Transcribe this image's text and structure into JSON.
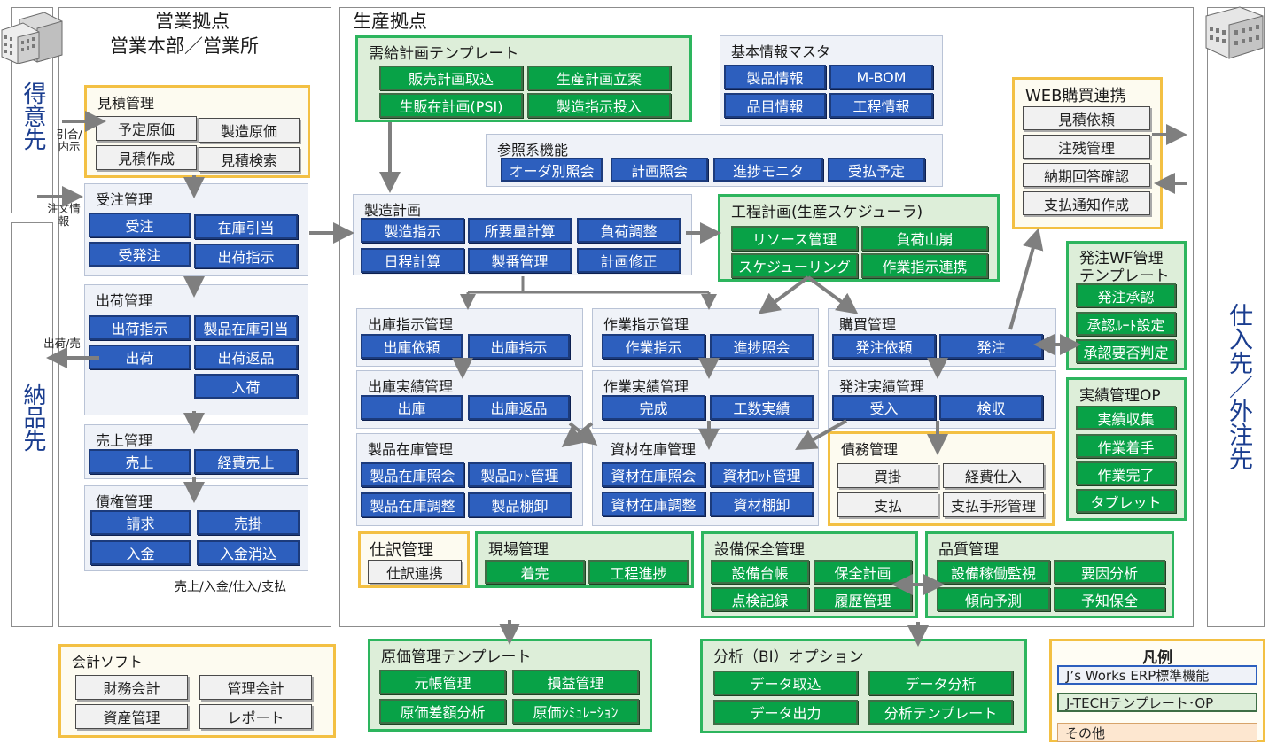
{
  "headers": {
    "sales_title_1": "営業拠点",
    "sales_title_2": "営業本部／営業所",
    "production_title": "生産拠点"
  },
  "left_side": {
    "customer": "得意先",
    "delivery": "納品先",
    "note_quote": "引合/内示",
    "note_order": "注文情報",
    "note_ship": "出荷/売上"
  },
  "right_side": {
    "supplier": "仕入先／外注先"
  },
  "sales": {
    "quote": {
      "title": "見積管理",
      "items": [
        "予定原価",
        "製造原価",
        "見積作成",
        "見積検索"
      ]
    },
    "order": {
      "title": "受注管理",
      "items": [
        "受注",
        "在庫引当",
        "受発注",
        "出荷指示"
      ]
    },
    "shipping": {
      "title": "出荷管理",
      "items": [
        "出荷指示",
        "製品在庫引当",
        "出荷",
        "出荷返品",
        "入荷"
      ]
    },
    "sales_mgmt": {
      "title": "売上管理",
      "items": [
        "売上",
        "経費売上"
      ]
    },
    "credit": {
      "title": "債権管理",
      "items": [
        "請求",
        "売掛",
        "入金",
        "入金消込"
      ],
      "footer": "売上/入金/仕入/支払"
    }
  },
  "production": {
    "demand_plan": {
      "title": "需給計画テンプレート",
      "items": [
        "販売計画取込",
        "生産計画立案",
        "生販在計画(PSI)",
        "製造指示投入"
      ]
    },
    "master": {
      "title": "基本情報マスタ",
      "items": [
        "製品情報",
        "M-BOM",
        "品目情報",
        "工程情報"
      ]
    },
    "reference": {
      "title": "参照系機能",
      "items": [
        "オーダ別照会",
        "計画照会",
        "進捗モニタ",
        "受払予定"
      ]
    },
    "mfg_plan": {
      "title": "製造計画",
      "items": [
        "製造指示",
        "所要量計算",
        "負荷調整",
        "日程計算",
        "製番管理",
        "計画修正"
      ]
    },
    "process_plan": {
      "title": "工程計画(生産スケジューラ)",
      "items": [
        "リソース管理",
        "負荷山崩",
        "スケジューリング",
        "作業指示連携"
      ]
    },
    "issue_inst": {
      "title": "出庫指示管理",
      "items": [
        "出庫依頼",
        "出庫指示"
      ]
    },
    "issue_result": {
      "title": "出庫実績管理",
      "items": [
        "出庫",
        "出庫返品"
      ]
    },
    "product_inv": {
      "title": "製品在庫管理",
      "items": [
        "製品在庫照会",
        "製品ﾛｯﾄ管理",
        "製品在庫調整",
        "製品棚卸"
      ]
    },
    "work_inst": {
      "title": "作業指示管理",
      "items": [
        "作業指示",
        "進捗照会"
      ]
    },
    "work_result": {
      "title": "作業実績管理",
      "items": [
        "完成",
        "工数実績"
      ]
    },
    "material_inv": {
      "title": "資材在庫管理",
      "items": [
        "資材在庫照会",
        "資材ﾛｯﾄ管理",
        "資材在庫調整",
        "資材棚卸"
      ]
    },
    "purchase": {
      "title": "購買管理",
      "items": [
        "発注依頼",
        "発注"
      ]
    },
    "po_result": {
      "title": "発注実績管理",
      "items": [
        "受入",
        "検収"
      ]
    },
    "payable": {
      "title": "債務管理",
      "items": [
        "買掛",
        "経費仕入",
        "支払",
        "支払手形管理"
      ]
    },
    "journal": {
      "title": "仕訳管理",
      "items": [
        "仕訳連携"
      ]
    },
    "shopfloor": {
      "title": "現場管理",
      "items": [
        "着完",
        "工程進捗"
      ]
    },
    "maintenance": {
      "title": "設備保全管理",
      "items": [
        "設備台帳",
        "保全計画",
        "点検記録",
        "履歴管理"
      ]
    },
    "quality": {
      "title": "品質管理",
      "items": [
        "設備稼働監視",
        "要因分析",
        "傾向予測",
        "予知保全"
      ]
    }
  },
  "web_purchase": {
    "title": "WEB購買連携",
    "items": [
      "見積依頼",
      "注残管理",
      "納期回答確認",
      "支払通知作成"
    ]
  },
  "po_wf": {
    "title_1": "発注WF管理",
    "title_2": "テンプレート",
    "items": [
      "発注承認",
      "承認ﾙｰﾄ設定",
      "承認要否判定"
    ]
  },
  "result_op": {
    "title": "実績管理OP",
    "items": [
      "実績収集",
      "作業着手",
      "作業完了",
      "タブレット"
    ]
  },
  "accounting": {
    "title": "会計ソフト",
    "items": [
      "財務会計",
      "管理会計",
      "資産管理",
      "レポート"
    ]
  },
  "cost": {
    "title": "原価管理テンプレート",
    "items": [
      "元帳管理",
      "損益管理",
      "原価差額分析",
      "原価ｼﾐｭﾚｰｼｮﾝ"
    ]
  },
  "bi": {
    "title": "分析（BI）オプション",
    "items": [
      "データ取込",
      "データ分析",
      "データ出力",
      "分析テンプレート"
    ]
  },
  "legend": {
    "title": "凡例",
    "items": [
      "J’s Works ERP標準機能",
      "J-TECHテンプレート･OP",
      "その他"
    ]
  },
  "colors": {
    "standard": "#2d5fbe",
    "template": "#08a247",
    "other": "#f3c043",
    "group_bg": "#eff2f8",
    "arrow": "#808080"
  }
}
